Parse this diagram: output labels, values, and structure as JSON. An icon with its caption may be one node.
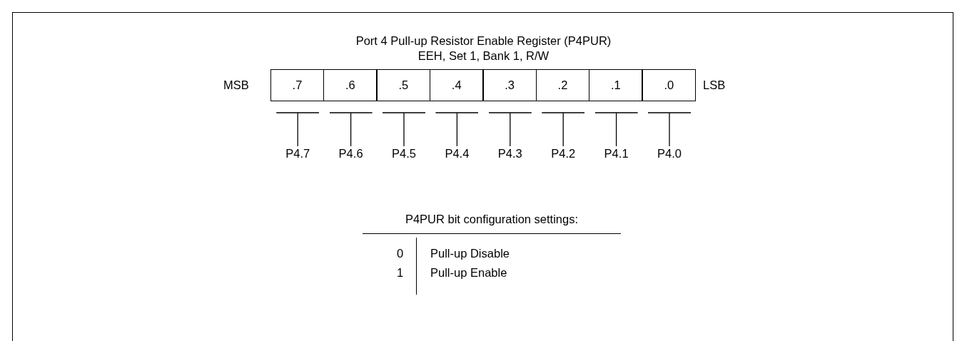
{
  "diagram": {
    "title": "Port 4 Pull-up Resistor Enable Register (P4PUR)",
    "nodes": [
      {
        "text": [
          ".7"
        ]
      },
      {
        "text": [
          ".6"
        ]
      },
      {
        "text": [
          ".5"
        ]
      },
      {
        "text": [
          ".4"
        ]
      },
      {
        "text": [
          ".3"
        ]
      },
      {
        "text": [
          ".2"
        ]
      },
      {
        "text": [
          ".1"
        ]
      },
      {
        "text": [
          ".0"
        ]
      },
      {
        "text": [
          "P4.7"
        ]
      },
      {
        "text": [
          "P4.6"
        ]
      },
      {
        "text": [
          "P4.5"
        ]
      },
      {
        "text": [
          "P4.4"
        ]
      },
      {
        "text": [
          "P4.3"
        ]
      },
      {
        "text": [
          "P4.2"
        ]
      },
      {
        "text": [
          "P4.1"
        ]
      },
      {
        "text": [
          "P4.0"
        ]
      }
    ],
    "edges": [
      {
        "from": 0,
        "to": 8,
        "arrow": "other"
      },
      {
        "from": 1,
        "to": 9,
        "arrow": "other"
      },
      {
        "from": 2,
        "to": 10,
        "arrow": "other"
      },
      {
        "from": 3,
        "to": 11,
        "arrow": "other"
      },
      {
        "from": 4,
        "to": 12,
        "arrow": "other"
      },
      {
        "from": 5,
        "to": 13,
        "arrow": "other"
      },
      {
        "from": 6,
        "to": 14,
        "arrow": "other"
      },
      {
        "from": 7,
        "to": 15,
        "arrow": "other"
      }
    ],
    "labels": [
      "EEH, Set 1, Bank 1, R/W",
      "MSB",
      "LSB",
      "P4PUR bit configuration settings:",
      "0",
      "Pull-up Disable",
      "1",
      "Pull-up Enable"
    ]
  }
}
